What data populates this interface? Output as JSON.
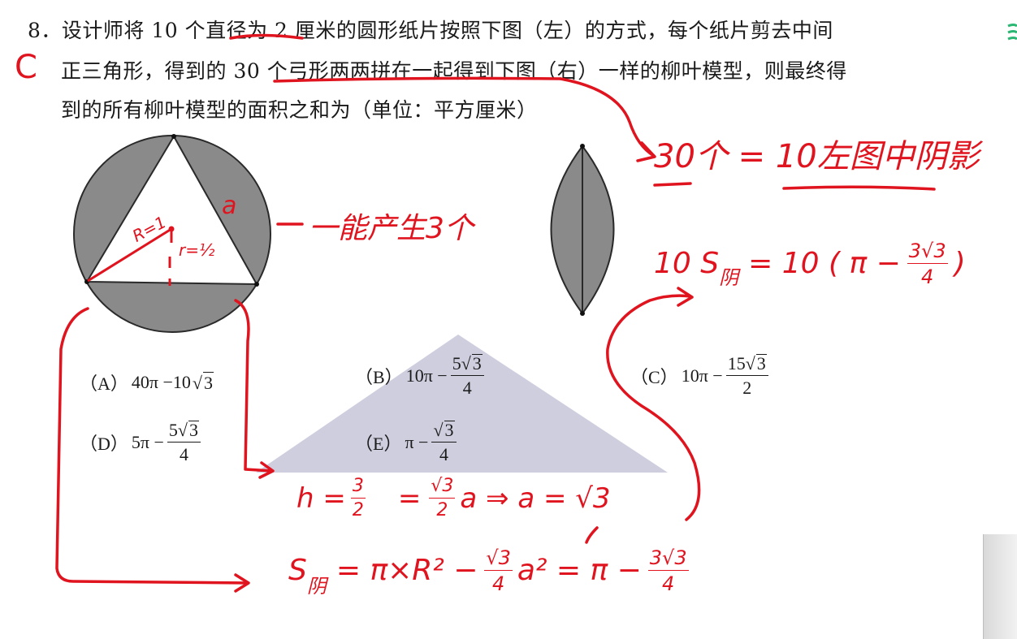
{
  "problem": {
    "line1": "8．设计师将 10 个直径为 2 厘米的圆形纸片按照下图（左）的方式，每个纸片剪去中间",
    "line2": "正三角形，得到的 30 个弓形两两拼在一起得到下图（右）一样的柳叶模型，则最终得",
    "line3": "到的所有柳叶模型的面积之和为（单位：平方厘米）"
  },
  "options": {
    "A": {
      "label": "（A）",
      "expr": "40π −10",
      "rad": "3"
    },
    "B": {
      "label": "（B）",
      "lead": "10π −",
      "num_coef": "5",
      "num_rad": "3",
      "den": "4"
    },
    "C": {
      "label": "（C）",
      "lead": "10π −",
      "num_coef": "15",
      "num_rad": "3",
      "den": "2"
    },
    "D": {
      "label": "（D）",
      "lead": "5π −",
      "num_coef": "5",
      "num_rad": "3",
      "den": "4"
    },
    "E": {
      "label": "（E）",
      "lead": "π −",
      "num_coef": "",
      "num_rad": "3",
      "den": "4"
    }
  },
  "handwriting": {
    "answer": "C",
    "triangle_side": "a",
    "radius_R": "R=1",
    "radius_r": "r=½",
    "note_one_produces_three": "一能产生3个",
    "thirty_equals": "30个 = 10左图中阴影",
    "ten_s_prefix": "10 S",
    "ten_s_sub": "阴",
    "ten_s_rhs": "= 10 ( π −",
    "ten_s_frac_num": "3√3",
    "ten_s_frac_den": "4",
    "ten_s_close": ")",
    "height_eq": "h =",
    "height_frac_num": "3",
    "height_frac_den": "2",
    "height_mid": "=",
    "height_frac2_num": "√3",
    "height_frac2_den": "2",
    "height_rhs": "a  ⇒  a = √3",
    "area_prefix": "S",
    "area_sub": "阴",
    "area_eq": "= π×R² −",
    "area_frac_num": "√3",
    "area_frac_den": "4",
    "area_mid": "a² = π −",
    "area_frac2_num": "3√3",
    "area_frac2_den": "4"
  },
  "colors": {
    "ink": "#e0141e",
    "segment_fill": "#8a8a8a",
    "overlay_triangle": "#c9c9dc",
    "text": "#1a1a1a"
  }
}
